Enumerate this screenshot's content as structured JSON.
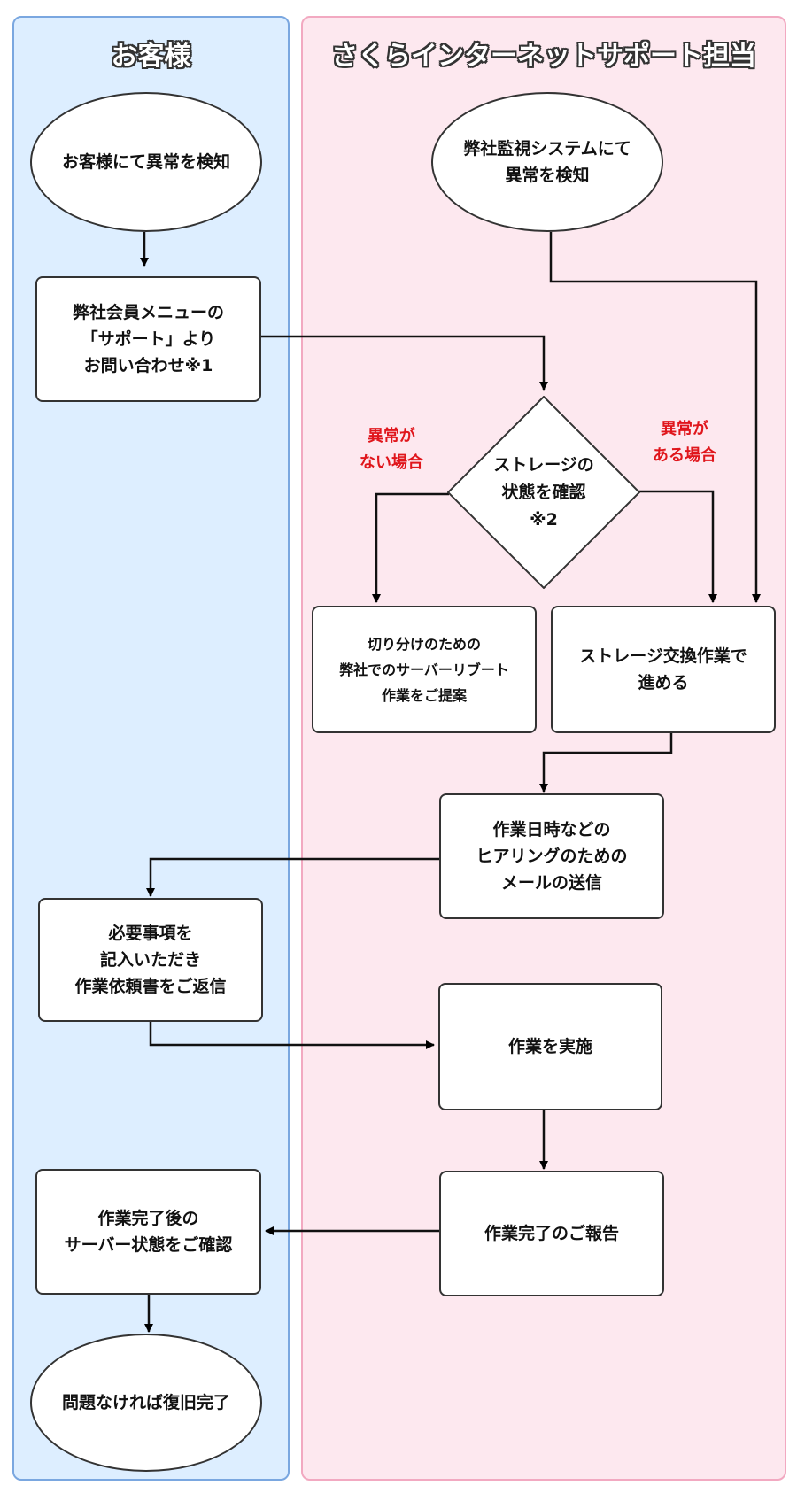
{
  "lanes": {
    "customer": "お客様",
    "support": "さくらインターネットサポート担当"
  },
  "nodes": {
    "customer_detect": "お客様にて異常を検知",
    "system_detect": "弊社監視システムにて\n異常を検知",
    "inquiry": "弊社会員メニューの\n「サポート」より\nお問い合わせ※1",
    "check_storage": "ストレージの\n状態を確認\n※2",
    "propose_reboot": "切り分けのための\n弊社でのサーバーリブート\n作業をご提案",
    "storage_replace": "ストレージ交換作業で\n進める",
    "hearing_mail": "作業日時などの\nヒアリングのための\nメールの送信",
    "reply_form": "必要事項を\n記入いただき\n作業依頼書をご返信",
    "do_work": "作業を実施",
    "report_done": "作業完了のご報告",
    "confirm_server": "作業完了後の\nサーバー状態をご確認",
    "recovered": "問題なければ復旧完了"
  },
  "branches": {
    "no_anomaly": "異常が\nない場合",
    "has_anomaly": "異常が\nある場合"
  },
  "colors": {
    "customer_lane_fill": "#ddeeff",
    "customer_lane_border": "#7aa7e0",
    "support_lane_fill": "#fde8ef",
    "support_lane_border": "#f2a9c1",
    "branch_text": "#e0161c"
  }
}
